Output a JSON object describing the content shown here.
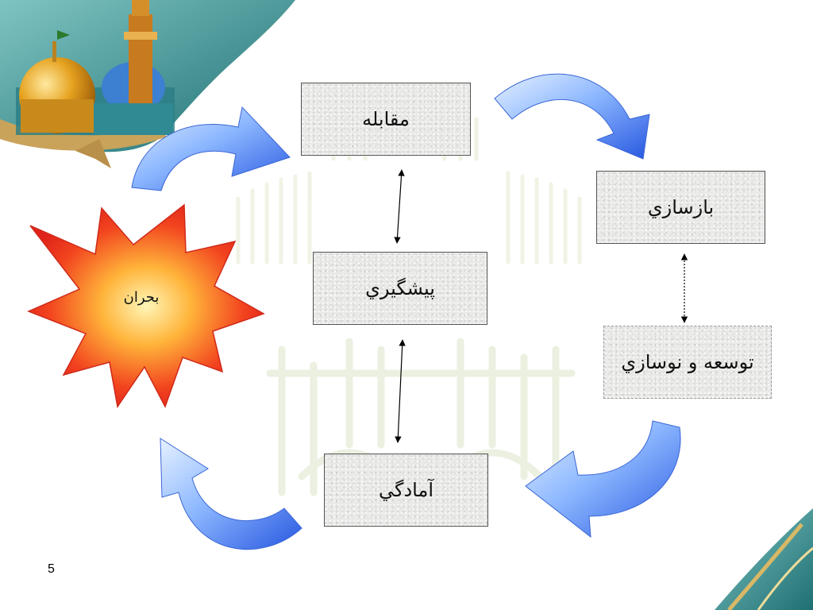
{
  "diagram": {
    "crisis": "بحران",
    "boxes": {
      "moqabele": "مقابله",
      "bazsazi": "بازسازي",
      "pishgiri": "پيشگيري",
      "tose": "توسعه و نوسازي",
      "amadegi": "آمادگي"
    }
  },
  "slide": {
    "page_number": "5"
  },
  "colors": {
    "arrow_light": "#cfe4ff",
    "arrow_dark": "#2f63e6",
    "burst_outer": "#e8231b",
    "burst_inner": "#fff3b0",
    "corner_teal": "#1f7c7f"
  }
}
